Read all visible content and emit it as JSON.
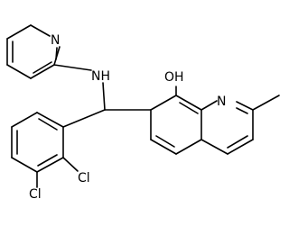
{
  "structure": {
    "atoms": [
      {
        "id": "n_py",
        "label": "N"
      },
      {
        "id": "n_amine",
        "label": "NH"
      },
      {
        "id": "oh",
        "label": "OH"
      },
      {
        "id": "n_quin",
        "label": "N"
      },
      {
        "id": "cl_2",
        "label": "Cl"
      },
      {
        "id": "cl_3",
        "label": "Cl"
      }
    ]
  }
}
